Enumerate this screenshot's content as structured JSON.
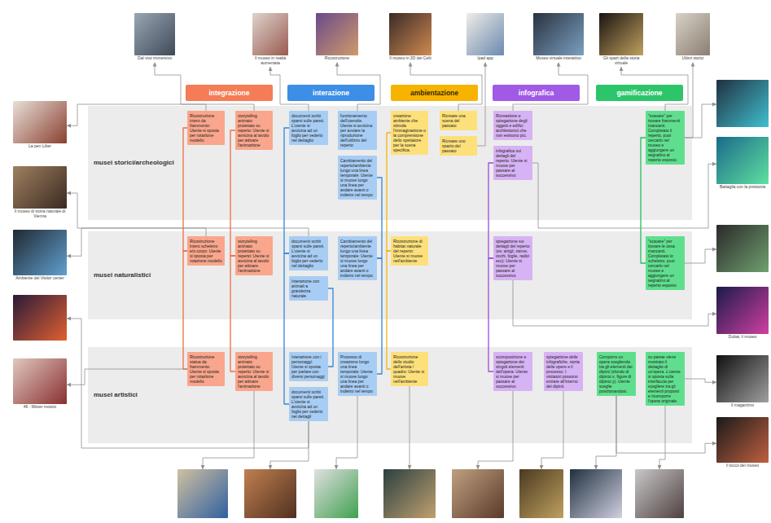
{
  "diagram": {
    "nodes": [
      {
        "text": [
          "Dal vivo immersivo"
        ]
      },
      {
        "text": [
          "Il museo in realtà aumentata"
        ]
      },
      {
        "text": [
          "Ricostruzione"
        ]
      },
      {
        "text": [
          "Il museo in 3D dei Celti"
        ]
      },
      {
        "text": [
          "Ipad app"
        ]
      },
      {
        "text": [
          "Museo virtuale interattivo"
        ]
      },
      {
        "text": [
          "Gli spazi della storia virtuale"
        ]
      },
      {
        "text": [
          "Ultimi storici"
        ]
      },
      {
        "text": [
          "integrazione"
        ]
      },
      {
        "text": [
          "interazione"
        ]
      },
      {
        "text": [
          "ambientazione"
        ]
      },
      {
        "text": [
          "infografica"
        ]
      },
      {
        "text": [
          "gamificazione"
        ]
      },
      {
        "text": [
          "musei storici/archeologici"
        ]
      },
      {
        "text": [
          "Ricostruzione intero da frammento: Utente si sposta per rotazione modello"
        ],
        "in": 13
      },
      {
        "text": [
          "storytelling animato proiettato su reperto: Utente si avvicina al tavolo per attivare l'animazione"
        ],
        "in": 13
      },
      {
        "text": [
          "documenti scritti sparsi sulle pareti. L'utente si avvicina ad un foglio per vederlo nel dettaglio"
        ],
        "in": 13
      },
      {
        "text": [
          "funzionamento dell'utensile. Utente si avvicina per avviare la riproduzione dell'utilizzo del reperto"
        ],
        "in": 13
      },
      {
        "text": [
          "Cambiamento del reperto/ambiente lungo una linea temporale: Utente si muove lungo una linea per andare avanti o indietro nel tempo"
        ],
        "in": 13
      },
      {
        "text": [
          "creazione ambiente che stimola l'immaginazione o la comprensione dello spettatore per la scena specifica."
        ],
        "in": 13
      },
      {
        "text": [
          "Ricreare una scena del passato"
        ],
        "in": 13
      },
      {
        "text": [
          "Ricreare uno spazio del passato"
        ],
        "in": 13
      },
      {
        "text": [
          "Ricreazione e spiegazione degli oggetti e edifici architettonici che non esistono più."
        ],
        "in": 13
      },
      {
        "text": [
          "infografica sui dettagli del reperto. Utente si muove per passare al successivo"
        ],
        "in": 13
      },
      {
        "text": [
          "\"scavare\" per trovare frammenti mancanti. Completato il reperto, puoi cercarlo nel museo e aggiungere un segnalino al reperto esposto."
        ],
        "in": 13
      },
      {
        "text": [
          "musei naturalistici"
        ]
      },
      {
        "text": [
          "Ricostruzione intero scheletro e/o corpo: Utente si sposta per rotazione modello"
        ],
        "in": 25
      },
      {
        "text": [
          "storytelling animato proiettato su reperto: Utente si avvicina al tavolo per attivare l'animazione"
        ],
        "in": 25
      },
      {
        "text": [
          "documenti scritti sparsi sulle pareti. L'utente si avvicina ad un foglio per vederlo nel dettaglio"
        ],
        "in": 25
      },
      {
        "text": [
          "Interazione con animali a grandezza naturale"
        ],
        "in": 25
      },
      {
        "text": [
          "Cambiamento del reperto/ambiente lungo una linea temporale: Utente si muove lungo una linea per andare avanti o indietro nel tempo"
        ],
        "in": 25
      },
      {
        "text": [
          "Ricostruzione di habitat naturale del reperto: Utente si muove nell'ambiente"
        ],
        "in": 25
      },
      {
        "text": [
          "spiegazione sui dettagli del reperto (es: artigli, zanne, occhi, foglie, radici ecc): Utente si muove per passare al successivo"
        ],
        "in": 25
      },
      {
        "text": [
          "\"scavare\" per trovare le ossa mancanti. Completato lo scheletro, puoi cercarlo nel museo e aggiungere un segnalino al reperto esposto"
        ],
        "in": 25
      },
      {
        "text": [
          "musei artistici"
        ]
      },
      {
        "text": [
          "Ricostruzione statua da frammento: Utente si sposta per rotazione modello"
        ],
        "in": 34
      },
      {
        "text": [
          "storytelling animato proiettato su reperto: Utente si avvicina al tavolo per attivare l'animazione"
        ],
        "in": 34
      },
      {
        "text": [
          "Interazione con i personaggi: Utente si sposta per parlare con diversi personaggi"
        ],
        "in": 34
      },
      {
        "text": [
          "documenti scritti sparsi sulle pareti. L'utente si avvicina ad un foglio per vederlo nei dettagli"
        ],
        "in": 34
      },
      {
        "text": [
          "Processo di creazione lungo una linea temporale: Utente si muove lungo una linea per andare avanti o indietro nel tempo"
        ],
        "in": 34
      },
      {
        "text": [
          "Ricostruzione dello studio dell'artista / quadro: Utente si muove nell'ambiente"
        ],
        "in": 34
      },
      {
        "text": [
          "scomposizione e spiegazione dei singoli elementi dell'opera: Utente si muove per passare al successivo"
        ],
        "in": 34
      },
      {
        "text": [
          "spiegazione delle infografiche, storia delle opere e il processo. I visitatori possono entrare all'interno dei dipinti."
        ],
        "in": 34
      },
      {
        "text": [
          "Comporre un opera scegliendo tra gli elementi dei dipinti (sfondo di dipinto x, figure di dipinto y). Utente sceglie posizionandosi."
        ],
        "in": 34
      },
      {
        "text": [
          "su parete viene mostrato il dettaglio di un'opera. L'utente si sposta sulla interfaccia per scegliere tra gli elementi proposti e ricomporre l'opera originale."
        ],
        "in": 34
      },
      {
        "text": [
          "La pen Liber"
        ]
      },
      {
        "text": [
          "Il museo di storia naturale di Vienna"
        ]
      },
      {
        "text": [
          "Ambiente del Visitor center"
        ]
      },
      {
        "text": []
      },
      {
        "text": [
          "46 - Mister mostro"
        ]
      },
      {
        "text": []
      },
      {
        "text": [
          "Battaglia con la preistoria"
        ]
      },
      {
        "text": []
      },
      {
        "text": [
          "Dubai, il museo"
        ]
      },
      {
        "text": [
          "Il magazzino"
        ]
      },
      {
        "text": [
          "Il tocco del museo"
        ]
      },
      {
        "text": []
      },
      {
        "text": []
      },
      {
        "text": []
      },
      {
        "text": []
      },
      {
        "text": []
      },
      {
        "text": []
      },
      {
        "text": []
      },
      {
        "text": []
      }
    ],
    "edges": [
      {
        "from": 14,
        "to": 26,
        "arrow": "none"
      },
      {
        "from": 26,
        "to": 35,
        "arrow": "none"
      },
      {
        "from": 15,
        "to": 27,
        "arrow": "none"
      },
      {
        "from": 27,
        "to": 36,
        "arrow": "none"
      },
      {
        "from": 16,
        "to": 28,
        "arrow": "none"
      },
      {
        "from": 28,
        "to": 38,
        "arrow": "none"
      },
      {
        "from": 29,
        "to": 37,
        "arrow": "none"
      },
      {
        "from": 18,
        "to": 30,
        "arrow": "none"
      },
      {
        "from": 30,
        "to": 39,
        "arrow": "none"
      },
      {
        "from": 19,
        "to": 31,
        "arrow": "none"
      },
      {
        "from": 31,
        "to": 40,
        "arrow": "none"
      },
      {
        "from": 23,
        "to": 32,
        "arrow": "none"
      },
      {
        "from": 32,
        "to": 41,
        "arrow": "none"
      },
      {
        "from": 24,
        "to": 33,
        "arrow": "none"
      },
      {
        "from": 14,
        "to": 0,
        "arrow": "to"
      },
      {
        "from": 16,
        "to": 1,
        "arrow": "to"
      },
      {
        "from": 17,
        "to": 2,
        "arrow": "to"
      },
      {
        "from": 20,
        "to": 3,
        "arrow": "to"
      },
      {
        "from": 21,
        "to": 4,
        "arrow": "to"
      },
      {
        "from": 22,
        "to": 5,
        "arrow": "to"
      },
      {
        "from": 24,
        "to": 6,
        "arrow": "to"
      },
      {
        "from": 24,
        "to": 7,
        "arrow": "to"
      },
      {
        "from": 15,
        "to": 45,
        "arrow": "to"
      },
      {
        "from": 26,
        "to": 46,
        "arrow": "to"
      },
      {
        "from": 28,
        "to": 47,
        "arrow": "to"
      },
      {
        "from": 38,
        "to": 48,
        "arrow": "to"
      },
      {
        "from": 35,
        "to": 49,
        "arrow": "to"
      },
      {
        "from": 24,
        "to": 50,
        "arrow": "to"
      },
      {
        "from": 23,
        "to": 51,
        "arrow": "to"
      },
      {
        "from": 33,
        "to": 52,
        "arrow": "to"
      },
      {
        "from": 32,
        "to": 53,
        "arrow": "to"
      },
      {
        "from": 44,
        "to": 54,
        "arrow": "to"
      },
      {
        "from": 43,
        "to": 55,
        "arrow": "to"
      },
      {
        "from": 36,
        "to": 56,
        "arrow": "to"
      },
      {
        "from": 38,
        "to": 57,
        "arrow": "to"
      },
      {
        "from": 39,
        "to": 58,
        "arrow": "to"
      },
      {
        "from": 40,
        "to": 59,
        "arrow": "to"
      },
      {
        "from": 41,
        "to": 60,
        "arrow": "to"
      },
      {
        "from": 42,
        "to": 61,
        "arrow": "to"
      },
      {
        "from": 43,
        "to": 62,
        "arrow": "to"
      },
      {
        "from": 44,
        "to": 63,
        "arrow": "to"
      }
    ]
  }
}
